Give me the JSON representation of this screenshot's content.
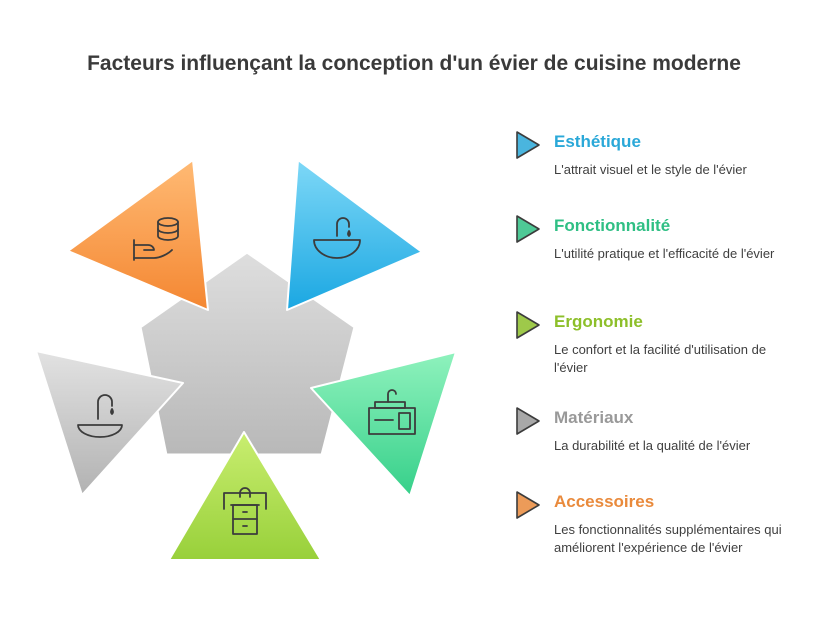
{
  "title": "Facteurs influençant la conception d'un évier de cuisine moderne",
  "factors": [
    {
      "heading": "Esthétique",
      "description": "L'attrait visuel et le style de l'évier",
      "color": "#2aa8d8",
      "icon": "sink-basin-icon"
    },
    {
      "heading": "Fonctionnalité",
      "description": "L'utilité pratique et l'efficacité de l'évier",
      "color": "#2fbf84",
      "icon": "kitchen-counter-sink-icon"
    },
    {
      "heading": "Ergonomie",
      "description": "Le confort et la facilité d'utilisation de l'évier",
      "color": "#8dbf2a",
      "icon": "sink-cabinet-icon"
    },
    {
      "heading": "Matériaux",
      "description": "La durabilité et la qualité de l'évier",
      "color": "#999999",
      "icon": "faucet-drop-icon"
    },
    {
      "heading": "Accessoires",
      "description": "Les fonctionnalités supplémentaires qui améliorent l'expérience de l'évier",
      "color": "#e98a3c",
      "icon": "database-hand-icon"
    }
  ]
}
